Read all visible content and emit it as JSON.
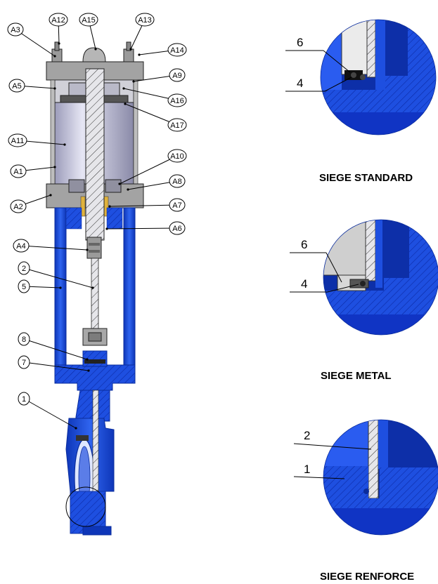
{
  "callouts_main": [
    "A12",
    "A15",
    "A13",
    "A3",
    "A14",
    "A5",
    "A9",
    "A16",
    "A17",
    "A11",
    "A10",
    "A1",
    "A8",
    "A2",
    "A7",
    "A6",
    "A4",
    "2",
    "5",
    "8",
    "7",
    "1"
  ],
  "details": [
    {
      "caption": "SIEGE STANDARD",
      "labels": [
        "6",
        "4"
      ]
    },
    {
      "caption": "SIEGE METAL",
      "labels": [
        "6",
        "4"
      ]
    },
    {
      "caption": "SIEGE RENFORCE",
      "labels": [
        "2",
        "1"
      ]
    }
  ],
  "colors": {
    "blue": "#1e4fe0",
    "dark_blue": "#0a2c9c",
    "steel": "#a9a9b4",
    "cylinder": "#c6c6dc",
    "plate": "#9a9a9a",
    "background": "#ffffff"
  }
}
